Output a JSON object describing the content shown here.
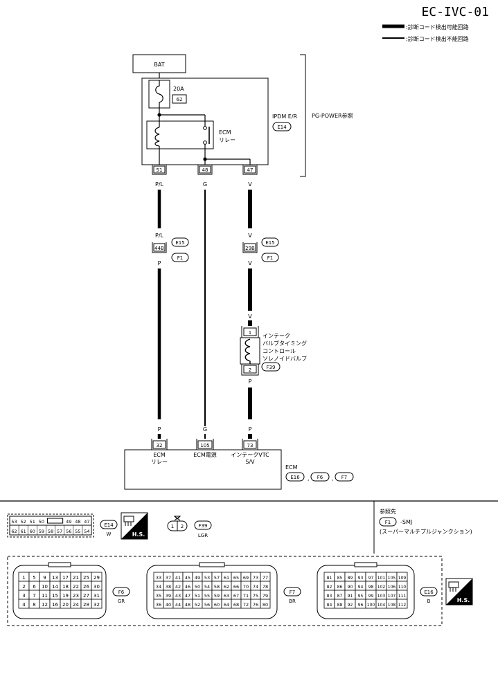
{
  "title": "EC-IVC-01",
  "legend": {
    "thick": ":診断コード検出可能回路",
    "thin": ":診断コード検出不能回路"
  },
  "bat": "BAT",
  "fuse": {
    "amp": "20A",
    "num": "62"
  },
  "relay": {
    "line1": "ECM",
    "line2": "リレー"
  },
  "ipdm": {
    "name": "IPDM E/R",
    "conn": "E14"
  },
  "pg_ref": "PG-POWER参照",
  "ipdm_pins": [
    "51",
    "48",
    "47"
  ],
  "wire_colors_top": [
    "P/L",
    "G",
    "V"
  ],
  "joint": {
    "left_above": "P/L",
    "left_pin": "44B",
    "left_below": "P",
    "right_above": "V",
    "right_pin": "29B",
    "right_below": "V",
    "conn1": "E15",
    "conn2": "F1"
  },
  "solenoid": {
    "wire_above": "V",
    "pin_top": "1",
    "pin_bottom": "2",
    "label": [
      "インテーク",
      "バルブタイミング",
      "コントロール",
      "ソレノイドバルブ"
    ],
    "conn": "F39",
    "wire_below": "P"
  },
  "ecm_wire_colors": [
    "P",
    "G",
    "P"
  ],
  "ecm_pins": [
    "32",
    "105",
    "73"
  ],
  "ecm_pin_labels": [
    [
      "ECM",
      "リレー"
    ],
    [
      "ECM電源",
      ""
    ],
    [
      "インテークVTC",
      "S/V"
    ]
  ],
  "ecm": {
    "name": "ECM",
    "conns": [
      "E16",
      "F6",
      "F7"
    ],
    "sep": ","
  },
  "reference": {
    "title": "参照先",
    "conn": "F1",
    "code": "-SMJ",
    "desc": "(スーパーマルチプルジャンクション)"
  },
  "conn_e14": {
    "row1": [
      "53",
      "52",
      "51",
      "50",
      "",
      "49",
      "48",
      "47"
    ],
    "row2": [
      "62",
      "61",
      "60",
      "59",
      "58",
      "57",
      "56",
      "55",
      "54"
    ],
    "name": "E14",
    "color": "W"
  },
  "conn_f39": {
    "pins": [
      "1",
      "2"
    ],
    "name": "F39",
    "color": "LGR"
  },
  "hs_label": "H.S.",
  "conn_f6": {
    "rows": [
      [
        "1",
        "5",
        "9",
        "13",
        "17",
        "21",
        "25",
        "29"
      ],
      [
        "2",
        "6",
        "10",
        "14",
        "18",
        "22",
        "26",
        "30"
      ],
      [
        "3",
        "7",
        "11",
        "15",
        "19",
        "23",
        "27",
        "31"
      ],
      [
        "4",
        "8",
        "12",
        "16",
        "20",
        "24",
        "28",
        "32"
      ]
    ],
    "name": "F6",
    "color": "GR"
  },
  "conn_f7": {
    "rows": [
      [
        "33",
        "37",
        "41",
        "45",
        "49",
        "53",
        "57",
        "61",
        "65",
        "69",
        "73",
        "77"
      ],
      [
        "34",
        "38",
        "42",
        "46",
        "50",
        "54",
        "58",
        "62",
        "66",
        "70",
        "74",
        "78"
      ],
      [
        "35",
        "39",
        "43",
        "47",
        "51",
        "55",
        "59",
        "63",
        "67",
        "71",
        "75",
        "79"
      ],
      [
        "36",
        "40",
        "44",
        "48",
        "52",
        "56",
        "60",
        "64",
        "68",
        "72",
        "76",
        "80"
      ]
    ],
    "name": "F7",
    "color": "BR"
  },
  "conn_e16": {
    "rows": [
      [
        "81",
        "85",
        "89",
        "93",
        "97",
        "101",
        "105",
        "109"
      ],
      [
        "82",
        "86",
        "90",
        "94",
        "98",
        "102",
        "106",
        "110"
      ],
      [
        "83",
        "87",
        "91",
        "95",
        "99",
        "103",
        "107",
        "111"
      ],
      [
        "84",
        "88",
        "92",
        "96",
        "100",
        "104",
        "108",
        "112"
      ]
    ],
    "name": "E16",
    "color": "B"
  }
}
